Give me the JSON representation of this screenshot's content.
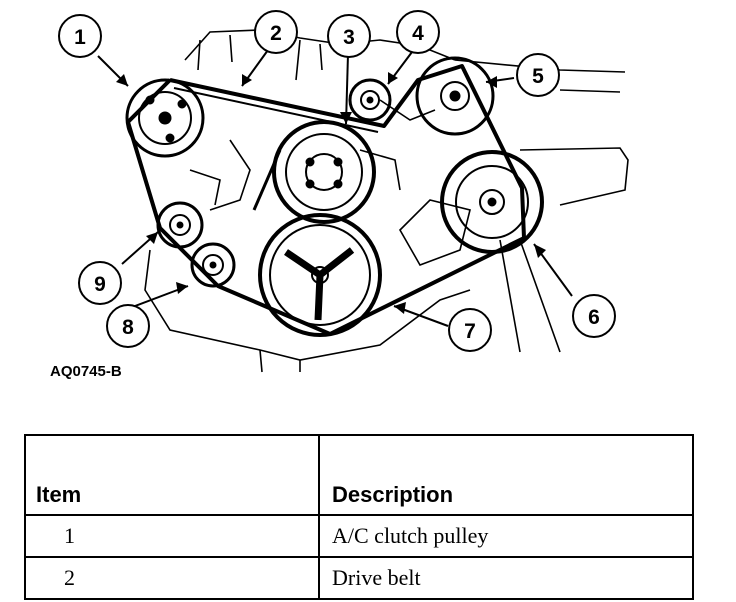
{
  "figure": {
    "code": "AQ0745-B",
    "callouts": [
      "1",
      "2",
      "3",
      "4",
      "5",
      "6",
      "7",
      "8",
      "9"
    ]
  },
  "legend": {
    "headers": {
      "item": "Item",
      "description": "Description"
    },
    "rows": [
      {
        "item": "1",
        "description": "A/C clutch pulley"
      },
      {
        "item": "2",
        "description": "Drive belt"
      }
    ]
  }
}
